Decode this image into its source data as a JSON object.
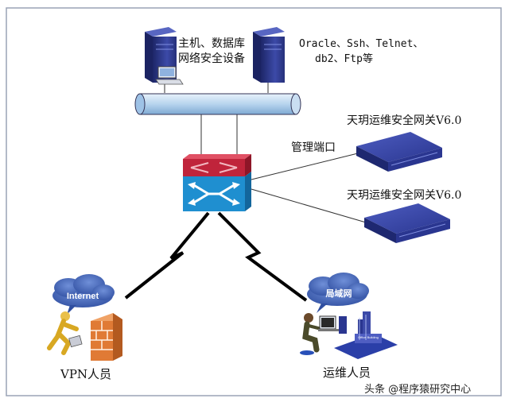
{
  "labels": {
    "host_db_line1": "主机、数据库",
    "host_db_line2": "网络安全设备",
    "protocols_line1": "Oracle、Ssh、Telnet、",
    "protocols_line2": "db2、Ftp等",
    "gateway1": "天玥运维安全网关V6.0",
    "mgmt_port": "管理端口",
    "gateway2": "天玥运维安全网关V6.0",
    "internet_cloud": "Internet",
    "lan_cloud": "局域网",
    "vpn_user": "VPN人员",
    "ops_user": "运维人员",
    "office_building": "Office Building",
    "watermark": "头条 @程序猿研究中心"
  },
  "colors": {
    "frame": "#9aa3b5",
    "server": "#2e3a8c",
    "switch_top": "#c0243b",
    "switch_bottom": "#1f8fd0",
    "gateway": "#2f3f97",
    "bus": "#b7d4ee",
    "cloud": "#3a5db0",
    "firewall": "#e07a35",
    "person": "#e0b432"
  }
}
